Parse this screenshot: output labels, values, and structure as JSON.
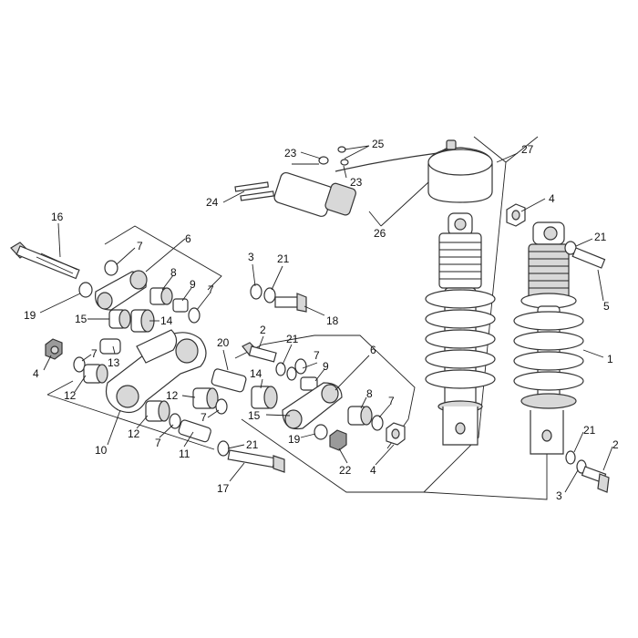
{
  "diagram": {
    "background": "#ffffff",
    "line_color": "#333333",
    "callouts": [
      {
        "id": "c16",
        "label": "16"
      },
      {
        "id": "c19a",
        "label": "19"
      },
      {
        "id": "c7a",
        "label": "7"
      },
      {
        "id": "c6a",
        "label": "6"
      },
      {
        "id": "c8a",
        "label": "8"
      },
      {
        "id": "c9a",
        "label": "9"
      },
      {
        "id": "c7b",
        "label": "7"
      },
      {
        "id": "c15a",
        "label": "15"
      },
      {
        "id": "c14a",
        "label": "14"
      },
      {
        "id": "c4a",
        "label": "4"
      },
      {
        "id": "c7c",
        "label": "7"
      },
      {
        "id": "c13",
        "label": "13"
      },
      {
        "id": "c12a",
        "label": "12"
      },
      {
        "id": "c10",
        "label": "10"
      },
      {
        "id": "c12b",
        "label": "12"
      },
      {
        "id": "c7d",
        "label": "7"
      },
      {
        "id": "c11",
        "label": "11"
      },
      {
        "id": "c12c",
        "label": "12"
      },
      {
        "id": "c7e",
        "label": "7"
      },
      {
        "id": "c21a",
        "label": "21"
      },
      {
        "id": "c17",
        "label": "17"
      },
      {
        "id": "c3a",
        "label": "3"
      },
      {
        "id": "c21b",
        "label": "21"
      },
      {
        "id": "c18",
        "label": "18"
      },
      {
        "id": "c2a",
        "label": "2"
      },
      {
        "id": "c20",
        "label": "20"
      },
      {
        "id": "c21c",
        "label": "21"
      },
      {
        "id": "c14b",
        "label": "14"
      },
      {
        "id": "c15b",
        "label": "15"
      },
      {
        "id": "c19b",
        "label": "19"
      },
      {
        "id": "c7f",
        "label": "7"
      },
      {
        "id": "c6b",
        "label": "6"
      },
      {
        "id": "c9b",
        "label": "9"
      },
      {
        "id": "c8b",
        "label": "8"
      },
      {
        "id": "c7g",
        "label": "7"
      },
      {
        "id": "c22",
        "label": "22"
      },
      {
        "id": "c4b",
        "label": "4"
      },
      {
        "id": "c23a",
        "label": "23"
      },
      {
        "id": "c25",
        "label": "25"
      },
      {
        "id": "c23b",
        "label": "23"
      },
      {
        "id": "c24",
        "label": "24"
      },
      {
        "id": "c26",
        "label": "26"
      },
      {
        "id": "c27",
        "label": "27"
      },
      {
        "id": "c4c",
        "label": "4"
      },
      {
        "id": "c21d",
        "label": "21"
      },
      {
        "id": "c5",
        "label": "5"
      },
      {
        "id": "c1",
        "label": "1"
      },
      {
        "id": "c21e",
        "label": "21"
      },
      {
        "id": "c2b",
        "label": "2"
      },
      {
        "id": "c3b",
        "label": "3"
      }
    ]
  }
}
